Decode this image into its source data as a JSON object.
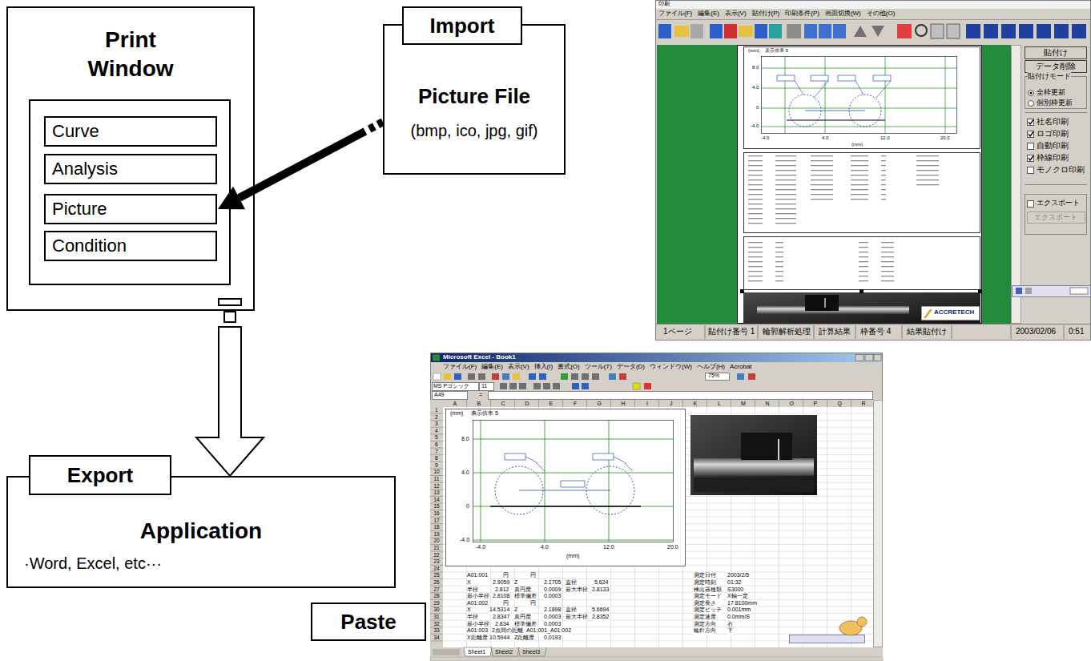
{
  "diagram": {
    "nodes": [
      {
        "text": [
          "Print Window"
        ]
      },
      {
        "text": [
          "Curve"
        ],
        "in": 0
      },
      {
        "text": [
          "Analysis"
        ],
        "in": 0
      },
      {
        "text": [
          "Picture"
        ],
        "in": 0
      },
      {
        "text": [
          "Condition"
        ],
        "in": 0
      },
      {
        "text": [
          "Import",
          "Picture File",
          "(bmp, ico, jpg, gif)"
        ]
      },
      {
        "text": [
          "Export",
          "Application",
          "·Word, Excel, etc···"
        ]
      },
      {
        "text": [
          "Paste"
        ]
      }
    ],
    "edges": [
      {
        "from": 5,
        "to": 3,
        "arrow": "to"
      },
      {
        "from": 0,
        "to": 6,
        "arrow": "to"
      }
    ],
    "labels": [
      "印刷",
      "ファイル(F)",
      "編集(E)",
      "表示(V)",
      "貼付け(P)",
      "印刷条件(P)",
      "画面切換(W)",
      "その他(O)",
      "(mm)",
      "表示倍率 5",
      "8.0",
      "4.0",
      "0",
      "-4.0",
      "-4.0",
      "4.0",
      "12.0",
      "20.0",
      "(mm)",
      "ACCRETECH",
      "貼付け",
      "データ削除",
      "貼付けモード",
      "全枠更新",
      "個別枠更新",
      "社名印刷",
      "ロゴ印刷",
      "自動印刷",
      "枠線印刷",
      "モノクロ印刷",
      "エクスポート",
      "エクスポート",
      "1ページ",
      "貼付け番号 1",
      "輪郭解析処理",
      "計算結果",
      "枠番号 4",
      "結果貼付け",
      "2003/02/06",
      "0:51",
      "Microsoft Excel - Book1",
      "ファイル(F)",
      "編集(E)",
      "表示(V)",
      "挿入(I)",
      "書式(O)",
      "ツール(T)",
      "データ(D)",
      "ウィンドウ(W)",
      "ヘルプ(H)",
      "Acrobat",
      "75%",
      "MS Pゴシック",
      "11",
      "A49",
      "=",
      "A",
      "B",
      "C",
      "D",
      "E",
      "F",
      "G",
      "H",
      "I",
      "J",
      "K",
      "L",
      "M",
      "N",
      "O",
      "P",
      "Q",
      "R",
      "1",
      "2",
      "3",
      "4",
      "5",
      "6",
      "7",
      "8",
      "9",
      "10",
      "11",
      "12",
      "13",
      "14",
      "15",
      "16",
      "17",
      "18",
      "19",
      "20",
      "21",
      "22",
      "23",
      "24",
      "25",
      "26",
      "27",
      "28",
      "29",
      "30",
      "31",
      "32",
      "33",
      "34",
      "(mm)",
      "表示倍率 5",
      "8.0",
      "4.0",
      "0",
      "-4.0",
      "-4.0",
      "4.0",
      "12.0",
      "20.0",
      "(mm)",
      "A01:001",
      "円",
      "円",
      "測定日付",
      "2003/2/5",
      "X",
      "2.9059",
      "Z",
      "2.1705",
      "直径",
      "5.624",
      "測定時刻",
      "01:32",
      "半径",
      "2.812",
      "真円度",
      "0.0009",
      "最大半径",
      "2.8133",
      "検出器種類",
      "S3000",
      "最小半径",
      "2.8108",
      "標準偏差",
      "0.0003",
      "測定モード",
      "X軸一定",
      "A01:002",
      "円",
      "円",
      "測定長さ",
      "17.8100mm",
      "X",
      "14.5314",
      "Z",
      "2.1898",
      "直径",
      "5.6694",
      "測定ピッチ",
      "0.001mm",
      "半径",
      "2.8347",
      "真円度",
      "0.0003",
      "最大半径",
      "2.8352",
      "測定速度",
      "0.0mm/S",
      "最小半径",
      "2.834",
      "標準偏差",
      "0.0003",
      "測定方向",
      "右",
      "A01:003",
      "2点間の距離",
      "A01:001_A01:002",
      "輪針方向",
      "下",
      "X距離度",
      "10.5944",
      "Z距離度",
      "0.0193",
      "Sheet1",
      "Sheet2",
      "Sheet3"
    ]
  }
}
